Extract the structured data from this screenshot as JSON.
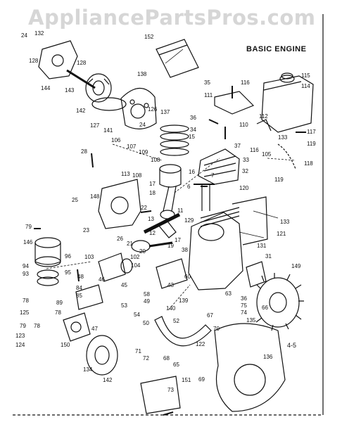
{
  "watermark": "AppliancePartsPros.com",
  "diagram_title": "BASIC ENGINE",
  "page_number": "4-5",
  "callouts": {
    "c1": "24",
    "c2": "132",
    "c3": "128",
    "c4": "128",
    "c5": "144",
    "c6": "143",
    "c7": "152",
    "c8": "138",
    "c9": "126",
    "c10": "142",
    "c11": "137",
    "c12": "127",
    "c13": "141",
    "c14": "24",
    "c15": "35",
    "c16": "111",
    "c17": "116",
    "c18": "115",
    "c19": "114",
    "c20": "36",
    "c21": "34",
    "c22": "110",
    "c23": "37",
    "c24": "112",
    "c25": "133",
    "c26": "117",
    "c27": "119",
    "c28": "116",
    "c29": "33",
    "c30": "105",
    "c31": "118",
    "c32": "119",
    "c33": "32",
    "c34": "15",
    "c35": "28",
    "c36": "106",
    "c37": "107",
    "c38": "109",
    "c39": "108",
    "c40": "113",
    "c41": "108",
    "c42": "16",
    "c43": "17",
    "c44": "18",
    "c45": "7",
    "c46": "6",
    "c47": "120",
    "c48": "148",
    "c49": "25",
    "c50": "22",
    "c51": "11",
    "c52": "23",
    "c53": "133",
    "c54": "79",
    "c55": "13",
    "c56": "129",
    "c57": "26",
    "c58": "12",
    "c59": "19",
    "c60": "17",
    "c61": "121",
    "c62": "146",
    "c63": "96",
    "c64": "21",
    "c65": "20",
    "c66": "38",
    "c67": "131",
    "c68": "103",
    "c69": "102",
    "c70": "31",
    "c71": "95",
    "c72": "104",
    "c73": "149",
    "c74": "94",
    "c75": "93",
    "c76": "48",
    "c77": "46",
    "c78": "45",
    "c79": "43",
    "c80": "60",
    "c81": "84",
    "c82": "58",
    "c83": "78",
    "c84": "85",
    "c85": "63",
    "c86": "49",
    "c87": "36",
    "c88": "89",
    "c89": "53",
    "c90": "125",
    "c91": "54",
    "c92": "140",
    "c93": "139",
    "c94": "75",
    "c95": "74",
    "c96": "78",
    "c97": "50",
    "c98": "52",
    "c99": "67",
    "c100": "135",
    "c101": "79",
    "c102": "66",
    "c103": "78",
    "c104": "47",
    "c105": "70",
    "c106": "123",
    "c107": "124",
    "c108": "150",
    "c109": "134",
    "c110": "122",
    "c111": "71",
    "c112": "72",
    "c113": "68",
    "c114": "65",
    "c115": "136",
    "c116": "142",
    "c117": "151",
    "c118": "69",
    "c119": "73"
  }
}
